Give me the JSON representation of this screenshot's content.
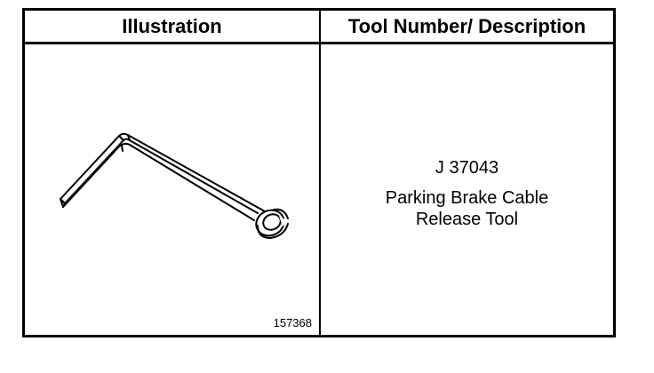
{
  "table": {
    "headers": {
      "illustration": "Illustration",
      "description": "Tool Number/ Description"
    },
    "row": {
      "tool_number": "J 37043",
      "description_line1": "Parking Brake Cable",
      "description_line2": "Release Tool",
      "figure_id": "157368",
      "illustration_icon": "parking-brake-cable-release-tool-icon"
    }
  },
  "colors": {
    "line": "#000000",
    "background": "#ffffff"
  }
}
